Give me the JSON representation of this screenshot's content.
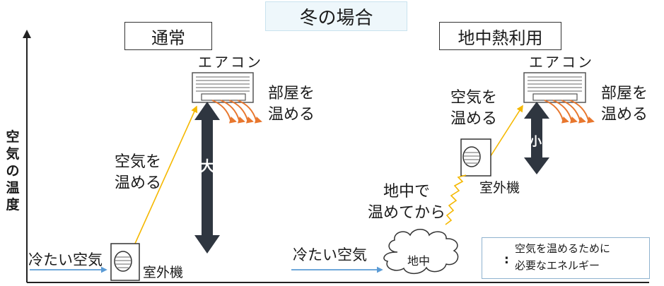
{
  "title": "冬の場合",
  "y_axis_label": "空気の温度",
  "left": {
    "heading": "通常",
    "aircon_label": "エアコン",
    "room_warm": "部屋を\n温める",
    "air_warm": "空気を\n温める",
    "big_arrow_label": "大",
    "cold_air": "冷たい空気",
    "outdoor_unit": "室外機"
  },
  "right": {
    "heading": "地中熱利用",
    "aircon_label": "エアコン",
    "room_warm": "部屋を\n温める",
    "air_warm": "空気を\n温める",
    "small_arrow_label": "小",
    "outdoor_unit": "室外機",
    "ground_warm": "地中で\n温めてから",
    "cold_air": "冷たい空気",
    "cloud_label": "地中"
  },
  "legend": {
    "colon": ":",
    "text": "空気を温めるために\n必要なエネルギー"
  },
  "colors": {
    "arrow_dark": "#2f3640",
    "air_flow_orange": "#e8772e",
    "warm_line_yellow": "#f5b800",
    "cold_air_blue": "#5b9bd5",
    "title_bg": "#eef7fb"
  }
}
